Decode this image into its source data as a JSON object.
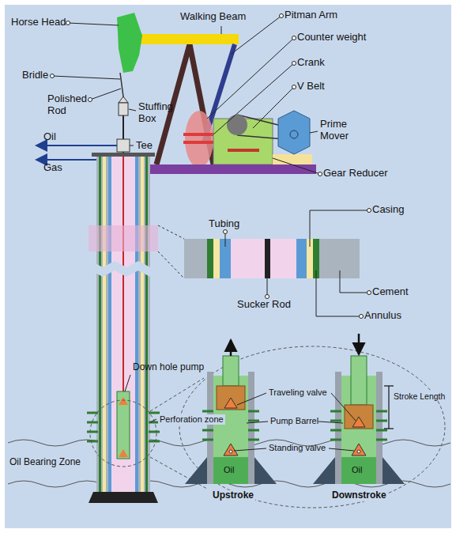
{
  "diagram": {
    "labels": [
      "Horse Head",
      "Walking Beam",
      "Pitman Arm",
      "Counter weight",
      "Crank",
      "V Belt",
      "Bridle",
      "Prime Mover",
      "Polished Rod",
      "Stuffing Box",
      "Oil",
      "Tee",
      "Gear Reducer",
      "Gas",
      "Tubing",
      "Casing",
      "Cement",
      "Sucker Rod",
      "Annulus",
      "Down hole pump",
      "Traveling valve",
      "Perforation zone",
      "Stroke Length",
      "Pump Barrel",
      "Standing valve",
      "Oil Bearing Zone",
      "Oil",
      "Oil",
      "Upstroke",
      "Downstroke"
    ]
  }
}
